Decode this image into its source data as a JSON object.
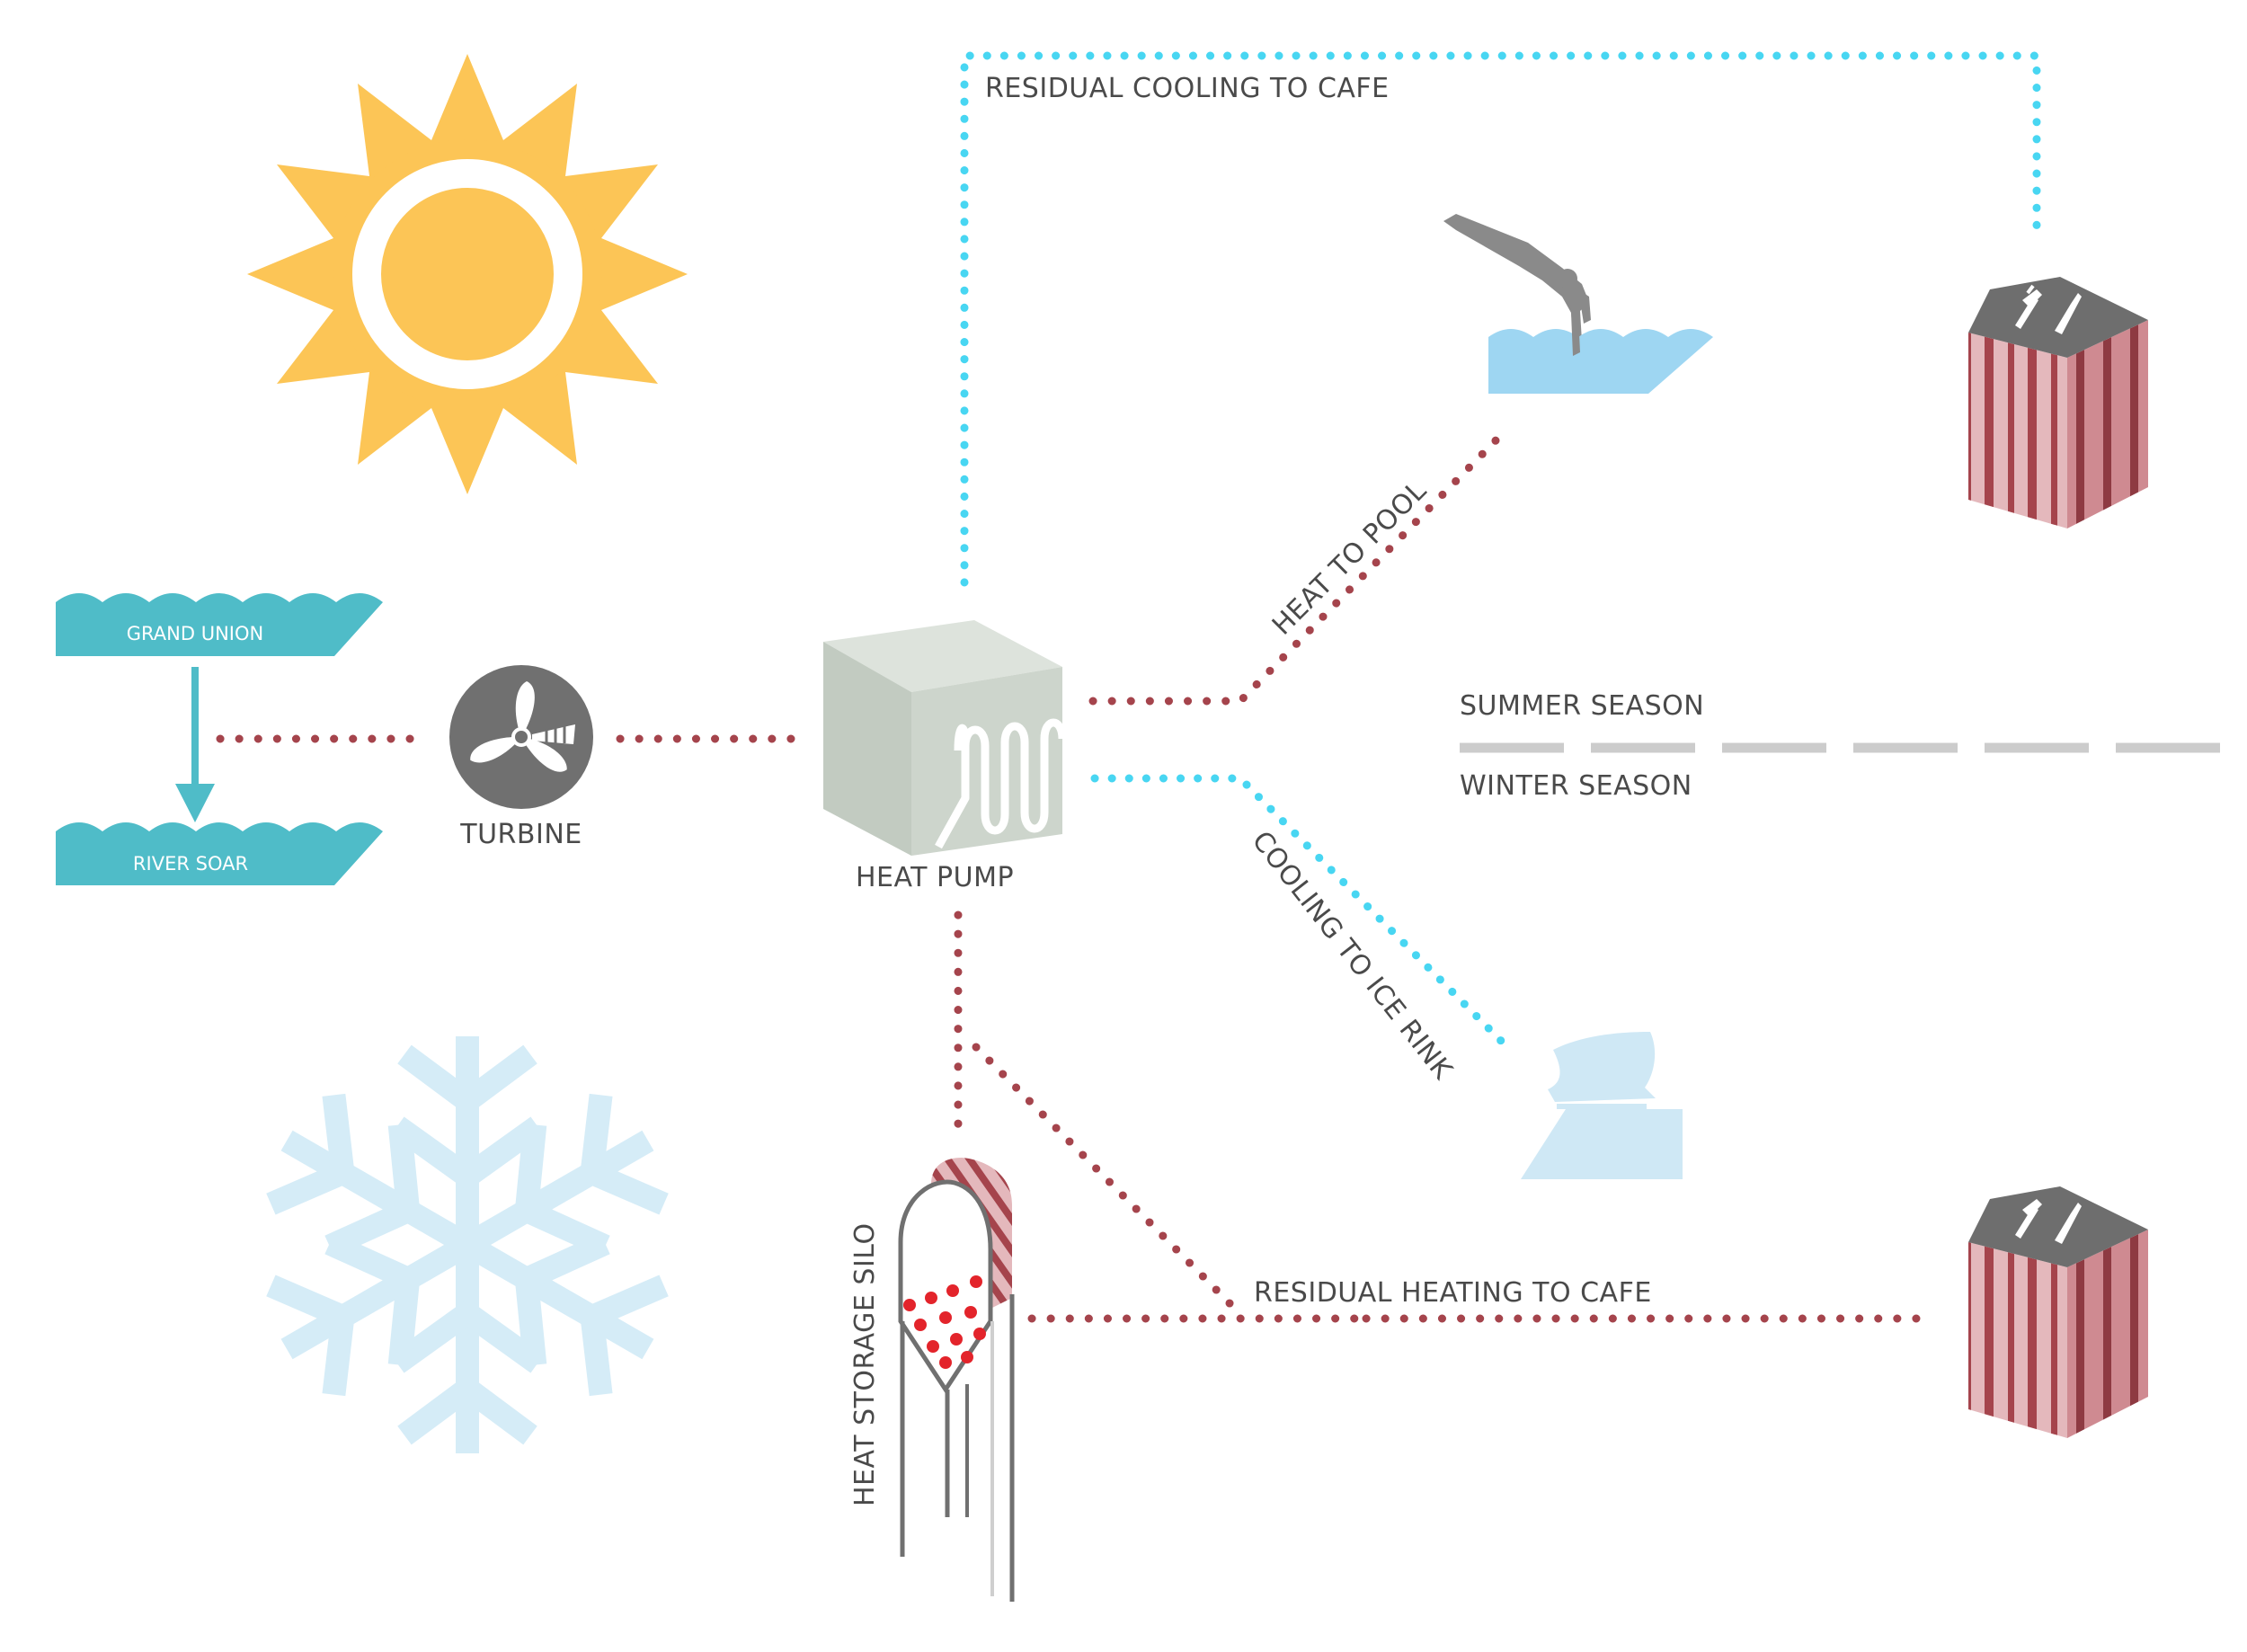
{
  "colors": {
    "heat": "#a5444c",
    "cool": "#48d6f2",
    "sun": "#fcc556",
    "snow": "#d5ecf7",
    "water": "#4fbcc8",
    "pool": "#9ed6f2",
    "ice": "#cfe8f5",
    "gray": "#707070",
    "cube": "#c9d2c8",
    "stripe_red": "#a5444c",
    "stripe_pink": "#e4b8bc",
    "season_line": "#cccccc"
  },
  "labels": {
    "grand_union": "GRAND UNION",
    "river_soar": "RIVER SOAR",
    "turbine": "TURBINE",
    "heat_pump": "HEAT PUMP",
    "residual_cooling": "RESIDUAL COOLING TO CAFE",
    "heat_to_pool": "HEAT TO POOL",
    "cooling_to_ice": "COOLING TO ICE RINK",
    "summer": "SUMMER SEASON",
    "winter": "WINTER SEASON",
    "residual_heating": "RESIDUAL HEATING TO CAFE",
    "silo": "HEAT STORAGE SILO"
  },
  "icons": {
    "sun": "sun-icon",
    "snowflake": "snowflake-icon",
    "turbine": "turbine-icon",
    "heat_pump": "heat-pump-icon",
    "diver": "diver-icon",
    "pool": "pool-icon",
    "ice_skate": "ice-skate-icon",
    "cafe": "cafe-icon",
    "silo": "silo-icon"
  }
}
